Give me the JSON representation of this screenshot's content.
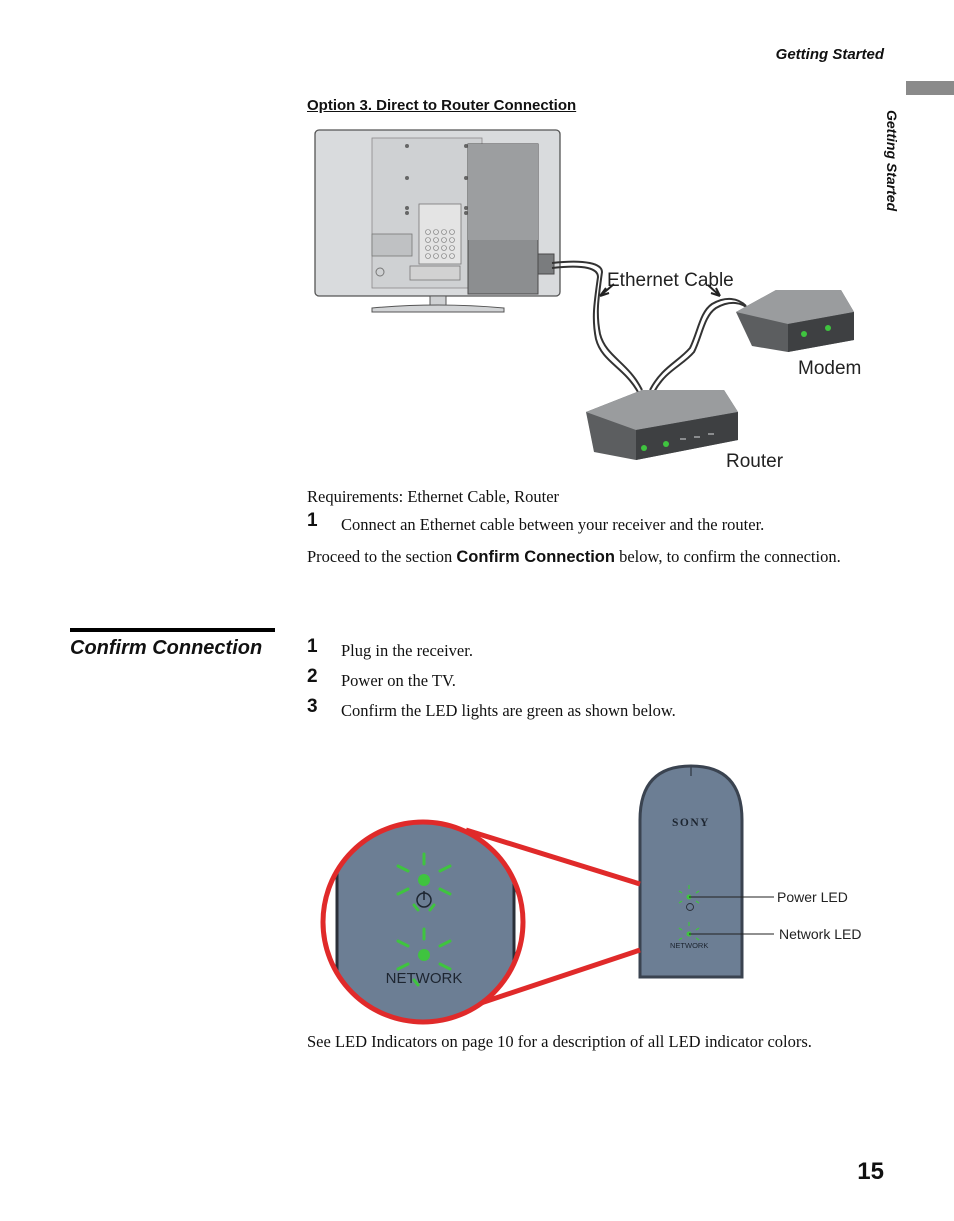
{
  "header": {
    "section_title": "Getting Started",
    "side_tab_label": "Getting Started"
  },
  "option": {
    "heading": "Option 3. Direct to Router Connection",
    "figure": {
      "labels": {
        "ethernet_cable": "Ethernet Cable",
        "modem": "Modem",
        "router": "Router"
      },
      "colors": {
        "tv_body": "#d5d7d9",
        "receiver": "#8c8e90",
        "router_body": "#5c5e60",
        "led_green": "#3fc43f"
      }
    },
    "requirements": "Requirements: Ethernet Cable, Router",
    "steps": [
      {
        "num": "1",
        "text": "Connect an Ethernet cable between your receiver and the router."
      }
    ],
    "proceed_before": "Proceed to the section ",
    "proceed_strong": "Confirm Connection",
    "proceed_after": " below, to confirm the connection."
  },
  "confirm": {
    "title": "Confirm Connection",
    "steps": [
      {
        "num": "1",
        "text": "Plug in the receiver."
      },
      {
        "num": "2",
        "text": "Power on the TV."
      },
      {
        "num": "3",
        "text": "Confirm the LED lights are green as shown below."
      }
    ],
    "figure": {
      "brand": "SONY",
      "network_label": "NETWORK",
      "power_led_label": "Power LED",
      "network_led_label": "Network LED",
      "colors": {
        "device": "#6c7e94",
        "magnifier_ring": "#e02a2a",
        "led_green": "#3fc43f"
      }
    }
  },
  "footer": {
    "note": "See LED Indicators on page 10 for a description of all LED indicator colors.",
    "page_number": "15"
  }
}
